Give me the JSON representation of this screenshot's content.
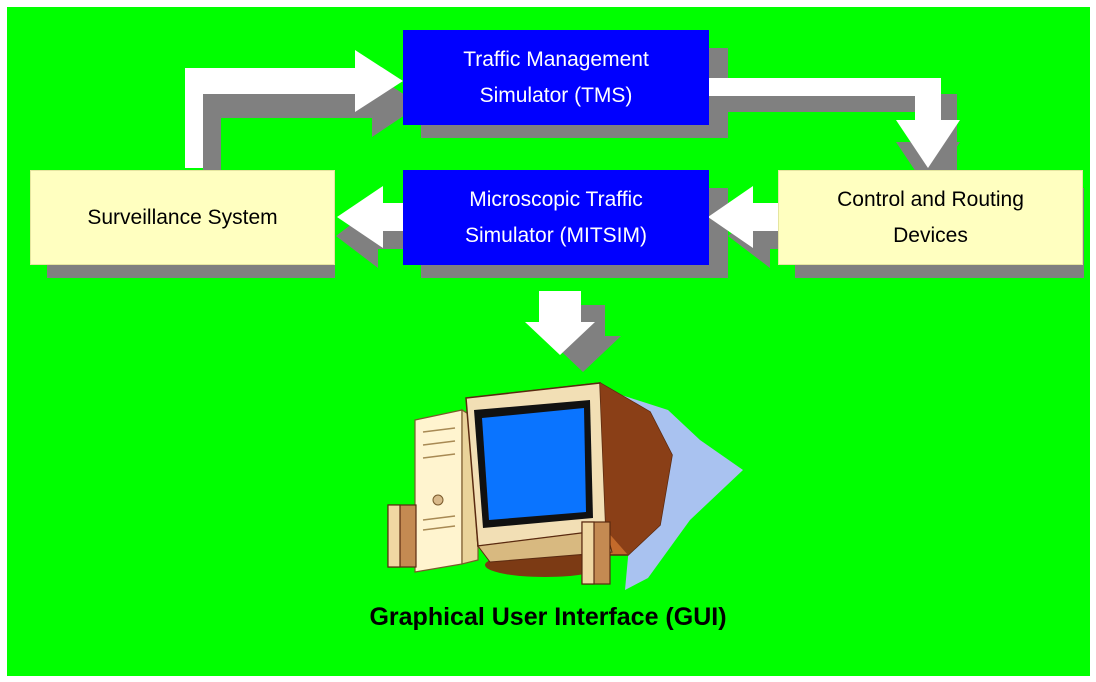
{
  "diagram": {
    "nodes": {
      "tms": {
        "label": "Traffic Management\nSimulator (TMS)"
      },
      "mitsim": {
        "label": "Microscopic Traffic\nSimulator (MITSIM)"
      },
      "surveillance": {
        "label": "Surveillance System"
      },
      "control": {
        "label": "Control and Routing\nDevices"
      }
    },
    "caption": "Graphical User Interface (GUI)"
  },
  "colors": {
    "background": "#00ff00",
    "blue_box": "#0000ff",
    "yellow_box": "#ffffc0",
    "shadow": "#808080",
    "arrow": "#ffffff"
  },
  "icons": [
    "computer-icon",
    "arrow-icon"
  ]
}
